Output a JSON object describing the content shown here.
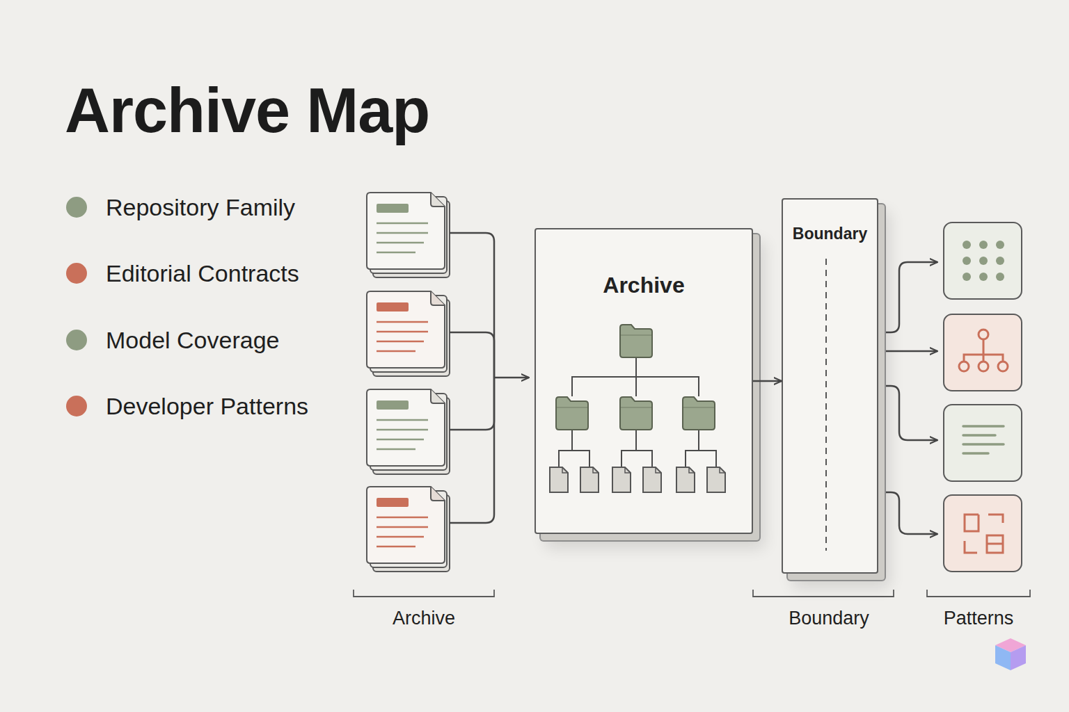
{
  "diagram": {
    "title": "Archive Map",
    "nodes": [
      {
        "text": [
          "Archive"
        ]
      },
      {
        "text": [
          "Boundary"
        ]
      }
    ],
    "edges": [
      {
        "from": 0,
        "to": 1,
        "arrow": "to"
      }
    ],
    "labels": [
      "Archive",
      "Boundary",
      "Patterns"
    ],
    "legend": [
      {
        "text": "Repository Family",
        "color": "#8e9c82"
      },
      {
        "text": "Editorial Contracts",
        "color": "#c9705a"
      },
      {
        "text": "Model Coverage",
        "color": "#8e9c82"
      },
      {
        "text": "Developer Patterns",
        "color": "#c9705a"
      }
    ]
  }
}
